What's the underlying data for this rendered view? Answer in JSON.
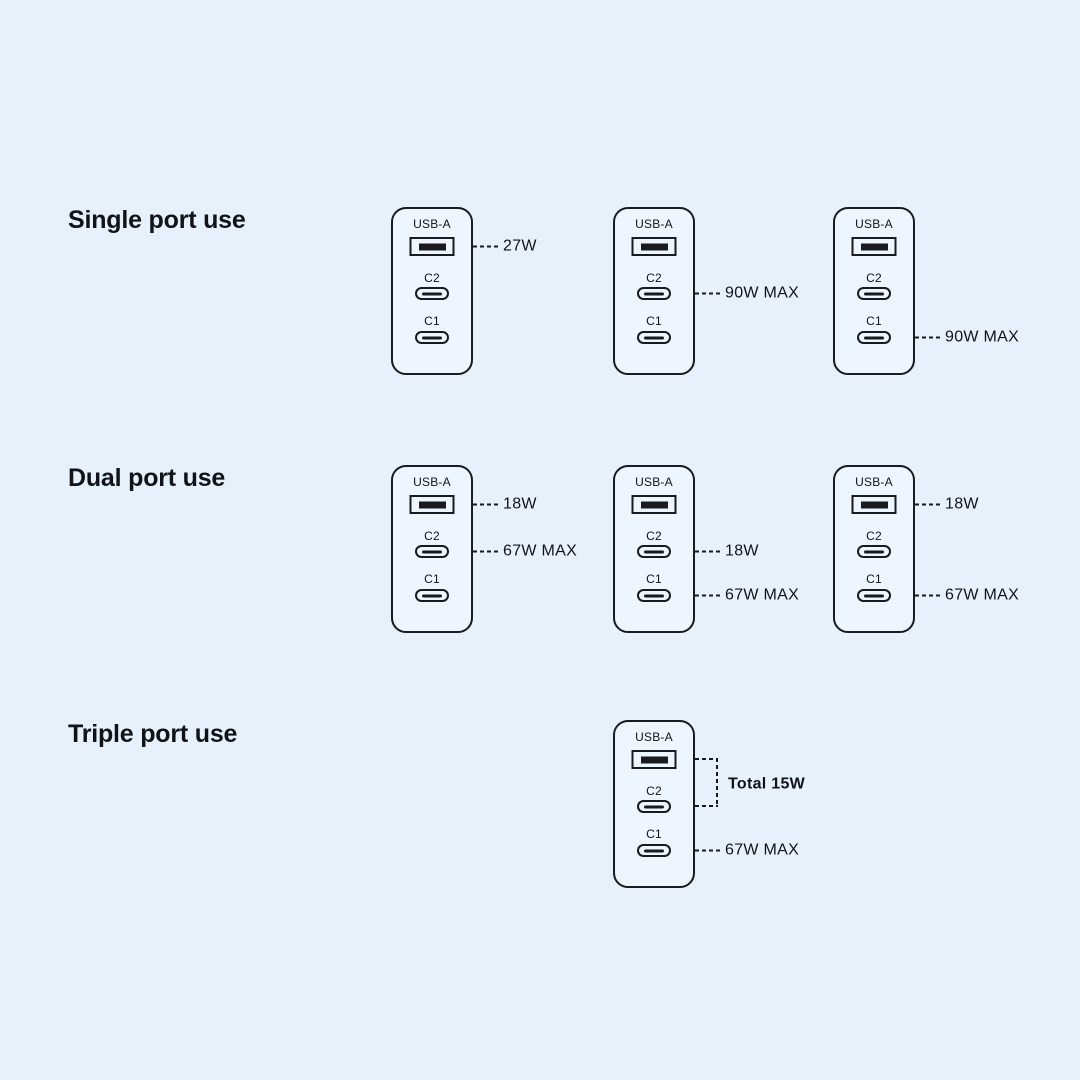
{
  "colors": {
    "background": "#E7F1FC",
    "charger_fill": "#EDF6FE",
    "outline": "#181B20",
    "text": "#101318"
  },
  "port_labels": {
    "usb_a": "USB-A",
    "c2": "C2",
    "c1": "C1"
  },
  "sections": [
    {
      "heading": "Single port use",
      "chargers": [
        {
          "annotations": [
            {
              "port": "usb_a",
              "label": "27W"
            }
          ]
        },
        {
          "annotations": [
            {
              "port": "c2",
              "label": "90W MAX"
            }
          ]
        },
        {
          "annotations": [
            {
              "port": "c1",
              "label": "90W MAX"
            }
          ]
        }
      ]
    },
    {
      "heading": "Dual port use",
      "chargers": [
        {
          "annotations": [
            {
              "port": "usb_a",
              "label": "18W"
            },
            {
              "port": "c2",
              "label": "67W MAX"
            }
          ]
        },
        {
          "annotations": [
            {
              "port": "c2",
              "label": "18W"
            },
            {
              "port": "c1",
              "label": "67W MAX"
            }
          ]
        },
        {
          "annotations": [
            {
              "port": "usb_a",
              "label": "18W"
            },
            {
              "port": "c1",
              "label": "67W MAX"
            }
          ]
        }
      ]
    },
    {
      "heading": "Triple port use",
      "chargers": [
        {
          "bracket": {
            "ports": [
              "usb_a",
              "c2"
            ],
            "label": "Total 15W"
          },
          "annotations": [
            {
              "port": "c1",
              "label": "67W MAX"
            }
          ]
        }
      ]
    }
  ]
}
